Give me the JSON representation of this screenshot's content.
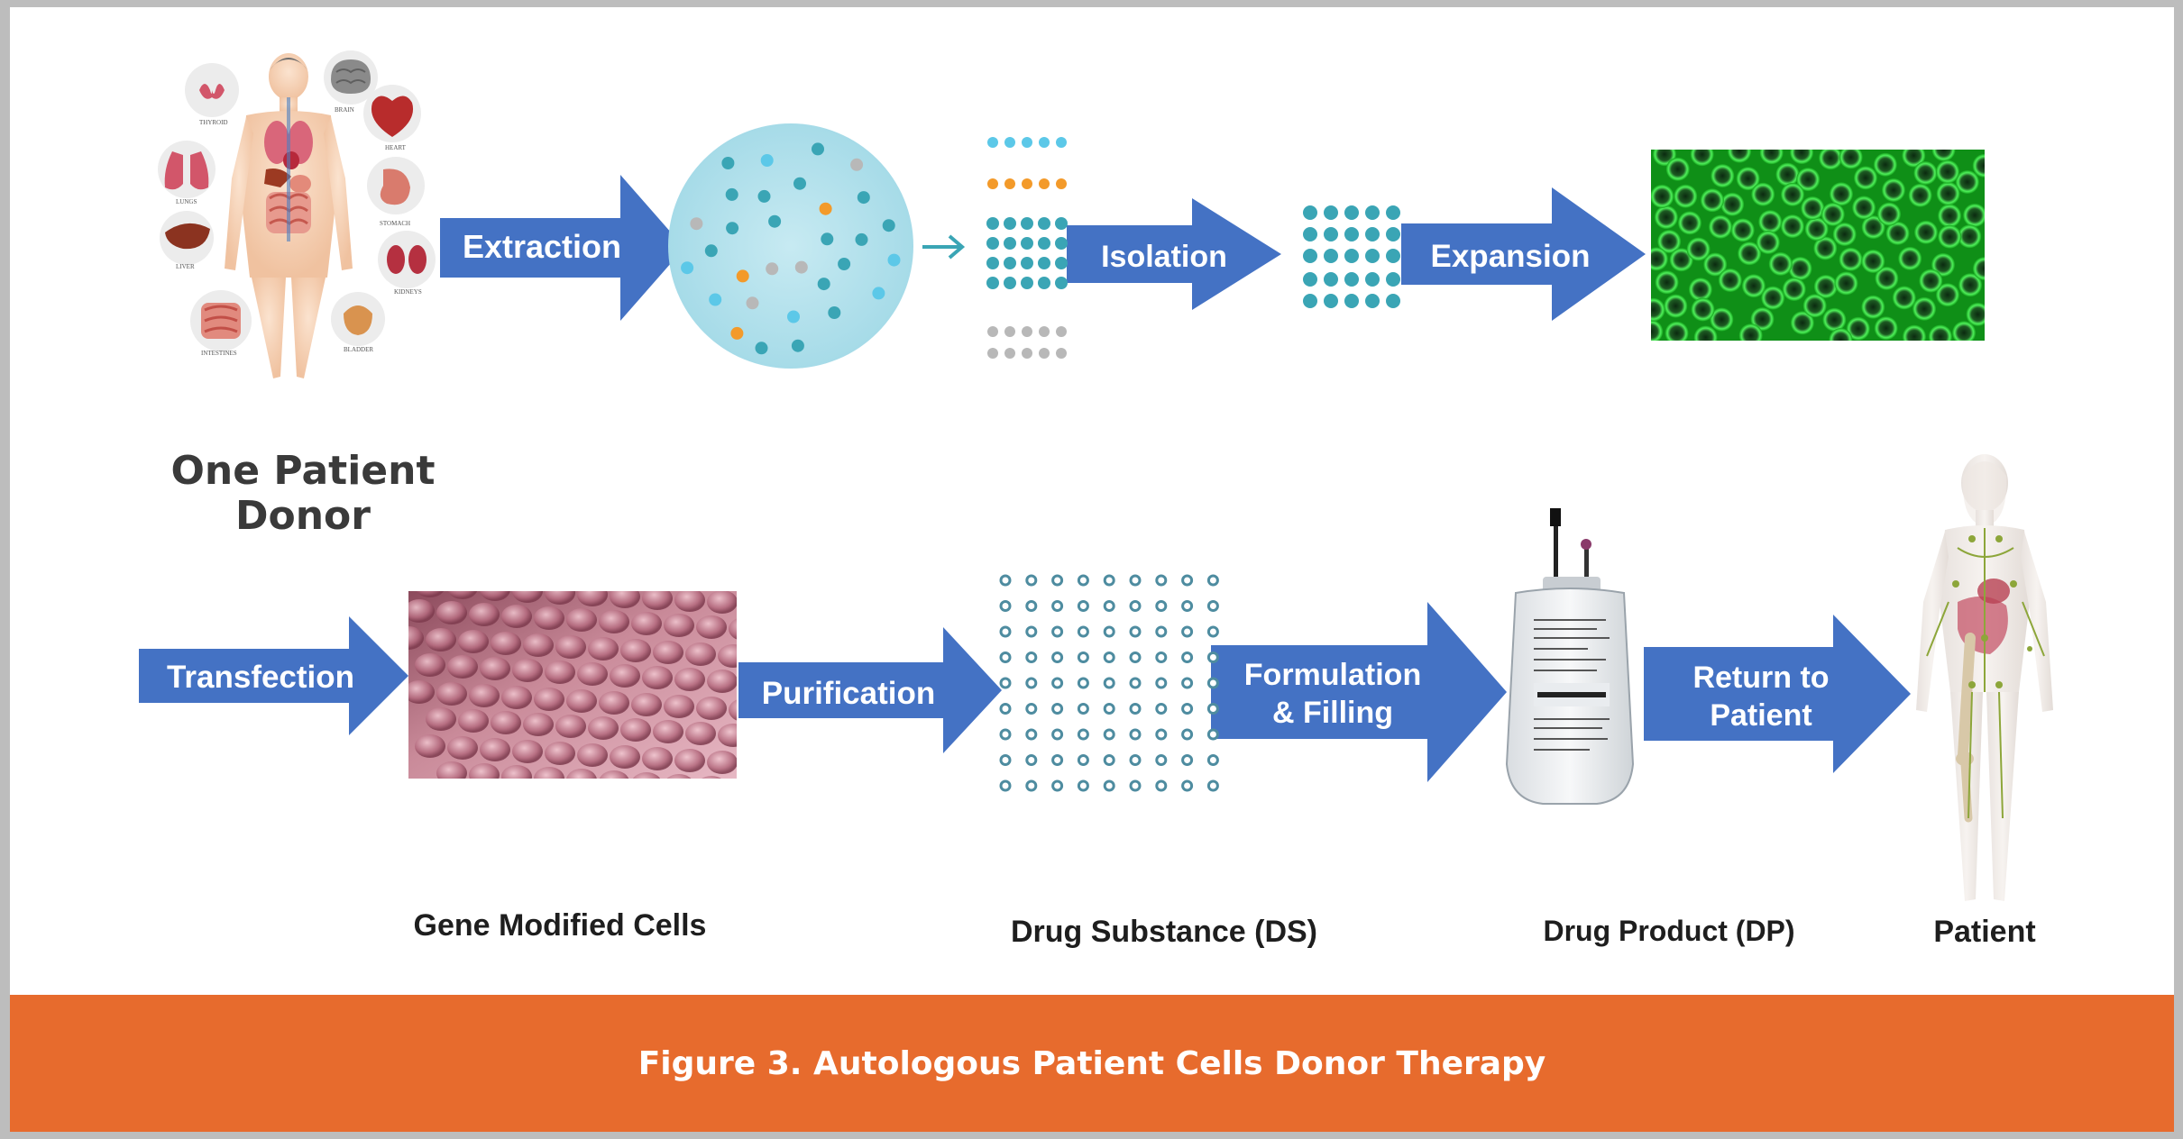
{
  "donor_label": {
    "line1": "One Patient",
    "line2": "Donor"
  },
  "organ_labels": {
    "thyroid": "THYROID",
    "brain": "BRAIN",
    "heart": "HEART",
    "lungs": "LUNGS",
    "stomach": "STOMACH",
    "liver": "LIVER",
    "kidneys": "KIDNEYS",
    "intestines": "INTESTINES",
    "bladder": "BLADDER"
  },
  "steps": {
    "extraction": "Extraction",
    "isolation": "Isolation",
    "expansion": "Expansion",
    "transfection": "Transfection",
    "purification": "Purification",
    "formulation_line1": "Formulation",
    "formulation_line2": "& Filling",
    "return_line1": "Return to",
    "return_line2": "Patient"
  },
  "captions": {
    "gene_modified_cells": "Gene Modified Cells",
    "drug_substance": "Drug Substance (DS)",
    "drug_product": "Drug Product (DP)",
    "patient": "Patient"
  },
  "figure_caption": "Figure 3. Autologous Patient Cells Donor Therapy",
  "colors": {
    "arrow_blue": "#4472c4",
    "orange_bar": "#e76b2d",
    "dot_teal": "#3aa5b5",
    "dot_light_blue": "#5cc8e8",
    "dot_orange": "#f39a2a",
    "dot_gray": "#b8b8b8",
    "ds_dot": "#4e8ca0",
    "expansion_green": "#14a31c"
  }
}
